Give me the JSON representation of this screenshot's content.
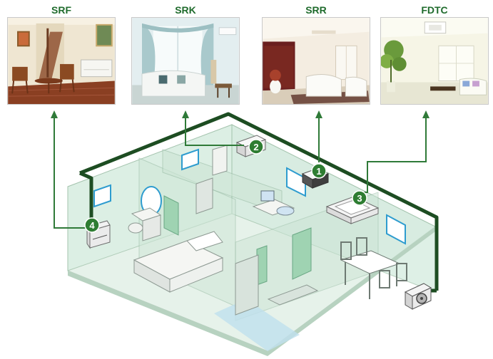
{
  "units": [
    {
      "name": "SRF",
      "number": "4"
    },
    {
      "name": "SRK",
      "number": "2"
    },
    {
      "name": "SRR",
      "number": "1"
    },
    {
      "name": "FDTC",
      "number": "3"
    }
  ],
  "colors": {
    "label_green": "#1f6b2c",
    "pipe_green": "#1d4d22",
    "arrow_green": "#2f7a38",
    "badge_green": "#2e7d32",
    "glass_wall": "#d9eee2",
    "floor": "#e6f2ea"
  }
}
